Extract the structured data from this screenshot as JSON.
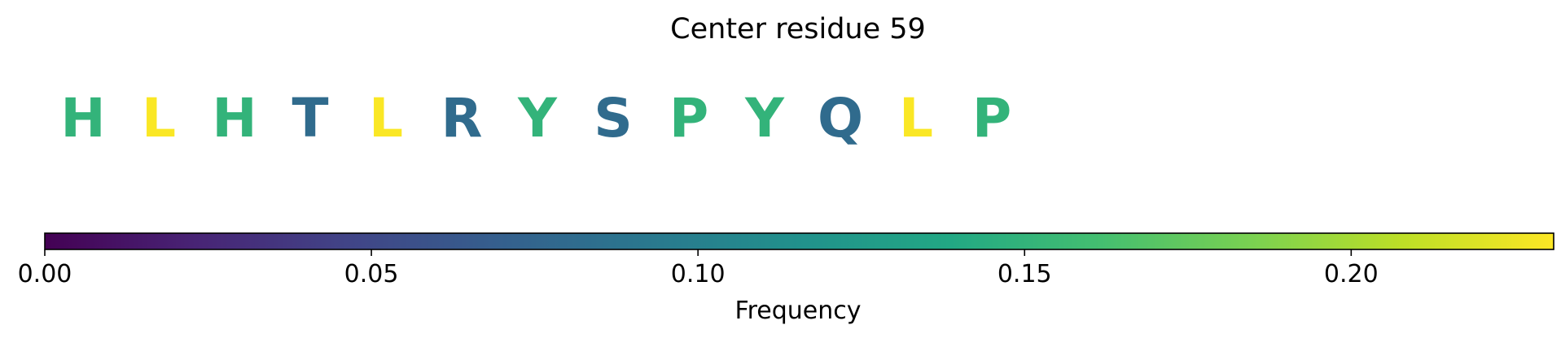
{
  "chart_data": {
    "type": "sequence-logo",
    "title": "Center residue 59",
    "residues": [
      {
        "letter": "H",
        "value": 0.15
      },
      {
        "letter": "L",
        "value": 0.23
      },
      {
        "letter": "H",
        "value": 0.15
      },
      {
        "letter": "T",
        "value": 0.08
      },
      {
        "letter": "L",
        "value": 0.23
      },
      {
        "letter": "R",
        "value": 0.08
      },
      {
        "letter": "Y",
        "value": 0.15
      },
      {
        "letter": "S",
        "value": 0.08
      },
      {
        "letter": "P",
        "value": 0.15
      },
      {
        "letter": "Y",
        "value": 0.15
      },
      {
        "letter": "Q",
        "value": 0.08
      },
      {
        "letter": "L",
        "value": 0.23
      },
      {
        "letter": "P",
        "value": 0.15
      }
    ],
    "colorbar": {
      "label": "Frequency",
      "colormap": "viridis",
      "range": [
        0,
        0.231
      ],
      "ticks": [
        0,
        0.05,
        0.1,
        0.15,
        0.2
      ],
      "tick_labels": [
        "0.00",
        "0.05",
        "0.10",
        "0.15",
        "0.20"
      ]
    }
  }
}
